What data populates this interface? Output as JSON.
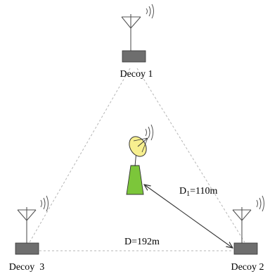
{
  "diagram": {
    "decoys": [
      {
        "label": "Decoy 1"
      },
      {
        "label": "Decoy 2"
      },
      {
        "label": "Decoy  3"
      }
    ],
    "distance_d1": {
      "prefix": "D",
      "subscript": "1",
      "suffix": "=110m"
    },
    "distance_d": "D=192m"
  },
  "colors": {
    "decoy_box": "#6e6e6e",
    "antenna": "#555555",
    "triangle_dash": "#b5b5b5",
    "radar_base": "#7cc63a",
    "radar_dish": "#f7ef8f",
    "arrow": "#333333"
  },
  "icons": [
    "antenna-icon",
    "decoy-box-icon",
    "radar-dish-icon",
    "radar-base-icon",
    "signal-waves-icon"
  ]
}
